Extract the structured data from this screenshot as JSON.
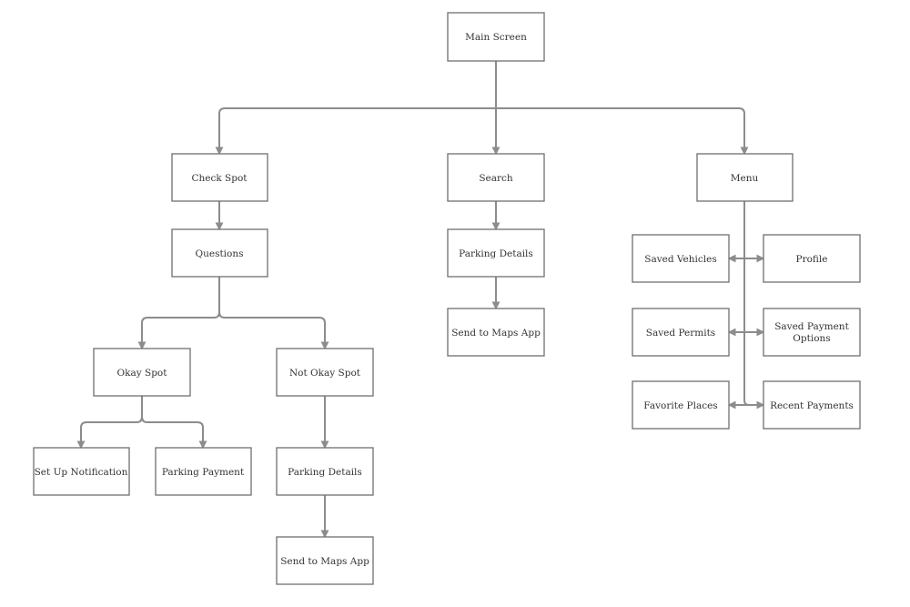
{
  "diagram": {
    "nodes": [
      {
        "id": "main",
        "lines": [
          "Main Screen"
        ]
      },
      {
        "id": "check",
        "lines": [
          "Check Spot"
        ]
      },
      {
        "id": "search",
        "lines": [
          "Search"
        ]
      },
      {
        "id": "menu",
        "lines": [
          "Menu"
        ]
      },
      {
        "id": "questions",
        "lines": [
          "Questions"
        ]
      },
      {
        "id": "parking_details_search",
        "lines": [
          "Parking Details"
        ]
      },
      {
        "id": "send_maps_search",
        "lines": [
          "Send to Maps App"
        ]
      },
      {
        "id": "okay",
        "lines": [
          "Okay Spot"
        ]
      },
      {
        "id": "notokay",
        "lines": [
          "Not Okay Spot"
        ]
      },
      {
        "id": "notification",
        "lines": [
          "Set Up Notification"
        ]
      },
      {
        "id": "payment",
        "lines": [
          "Parking Payment"
        ]
      },
      {
        "id": "parking_details_notokay",
        "lines": [
          "Parking Details"
        ]
      },
      {
        "id": "send_maps_notokay",
        "lines": [
          "Send to Maps App"
        ]
      },
      {
        "id": "saved_vehicles",
        "lines": [
          "Saved Vehicles"
        ]
      },
      {
        "id": "profile",
        "lines": [
          "Profile"
        ]
      },
      {
        "id": "saved_permits",
        "lines": [
          "Saved Permits"
        ]
      },
      {
        "id": "saved_payment_options",
        "lines": [
          "Saved Payment",
          "Options"
        ]
      },
      {
        "id": "favorite_places",
        "lines": [
          "Favorite Places"
        ]
      },
      {
        "id": "recent_payments",
        "lines": [
          "Recent Payments"
        ]
      }
    ],
    "edges": [
      {
        "from": "main",
        "to": "check"
      },
      {
        "from": "main",
        "to": "search"
      },
      {
        "from": "main",
        "to": "menu"
      },
      {
        "from": "check",
        "to": "questions"
      },
      {
        "from": "search",
        "to": "parking_details_search"
      },
      {
        "from": "parking_details_search",
        "to": "send_maps_search"
      },
      {
        "from": "questions",
        "to": "okay"
      },
      {
        "from": "questions",
        "to": "notokay"
      },
      {
        "from": "okay",
        "to": "notification"
      },
      {
        "from": "okay",
        "to": "payment"
      },
      {
        "from": "notokay",
        "to": "parking_details_notokay"
      },
      {
        "from": "parking_details_notokay",
        "to": "send_maps_notokay"
      },
      {
        "from": "menu",
        "to": "saved_vehicles"
      },
      {
        "from": "menu",
        "to": "profile"
      },
      {
        "from": "menu",
        "to": "saved_permits"
      },
      {
        "from": "menu",
        "to": "saved_payment_options"
      },
      {
        "from": "menu",
        "to": "favorite_places"
      },
      {
        "from": "menu",
        "to": "recent_payments"
      }
    ]
  },
  "colors": {
    "box_border": "#6f6f6f",
    "connector": "#8c8c8c",
    "text": "#333333",
    "background": "#ffffff"
  }
}
